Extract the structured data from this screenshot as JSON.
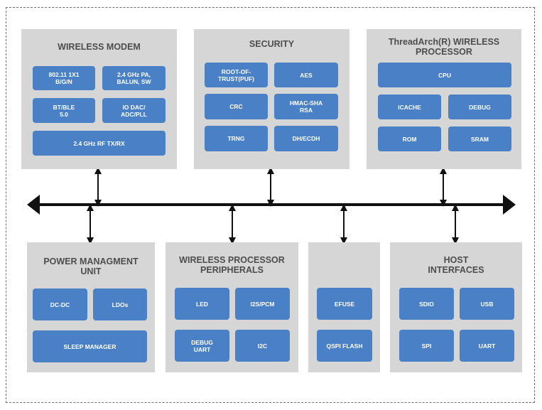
{
  "panels": {
    "wireless_modem": {
      "title": "WIRELESS MODEM",
      "blocks": [
        "802.11 1X1\nB/G/N",
        "2.4 GHz PA,\nBALUN, SW",
        "BT/BLE\n5.0",
        "IO DAC/\nADC/PLL",
        "2.4 GHz RF TX/RX"
      ]
    },
    "security": {
      "title": "SECURITY",
      "blocks": [
        "ROOT-OF-\nTRUST(PUF)",
        "AES",
        "CRC",
        "HMAC-SHA\nRSA",
        "TRNG",
        "DH/ECDH"
      ]
    },
    "threadarch": {
      "title": "ThreadArch(R) WIRELESS\nPROCESSOR",
      "blocks": [
        "CPU",
        "ICACHE",
        "DEBUG",
        "ROM",
        "SRAM"
      ]
    },
    "power": {
      "title": "POWER MANAGMENT\nUNIT",
      "blocks": [
        "DC-DC",
        "LDOs",
        "SLEEP MANAGER"
      ]
    },
    "peripherals": {
      "title": "WIRELESS PROCESSOR\nPERIPHERALS",
      "blocks": [
        "LED",
        "I2S/PCM",
        "DEBUG\nUART",
        "I2C"
      ]
    },
    "memory": {
      "title": "",
      "blocks": [
        "EFUSE",
        "QSPI FLASH"
      ]
    },
    "host": {
      "title": "HOST\nINTERFACES",
      "blocks": [
        "SDIO",
        "USB",
        "SPI",
        "UART"
      ]
    }
  },
  "colors": {
    "panel_bg": "#d6d6d6",
    "block_bg": "#4a80c5",
    "block_text": "#ffffff",
    "title_text": "#4d4d4d",
    "bus": "#111111"
  }
}
